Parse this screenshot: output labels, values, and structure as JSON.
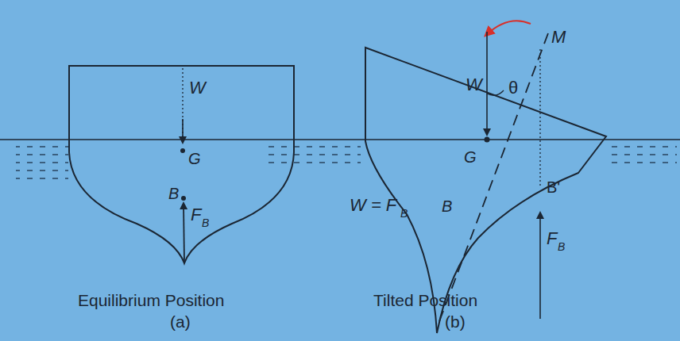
{
  "diagram": {
    "labels": [
      "W",
      "G",
      "B",
      "F",
      "B",
      "W = F",
      "B",
      "Equilibrium Position",
      "(a)",
      "M",
      "W",
      "θ",
      "G",
      "B",
      "B'",
      "F",
      "B",
      "Tilted Position",
      "(b)"
    ]
  }
}
